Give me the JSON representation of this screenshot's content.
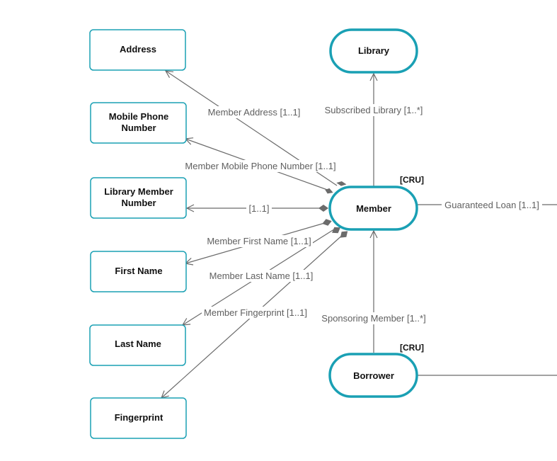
{
  "nodes": {
    "address": "Address",
    "mobile_phone_1": "Mobile Phone",
    "mobile_phone_2": "Number",
    "library_member_1": "Library Member",
    "library_member_2": "Number",
    "first_name": "First Name",
    "last_name": "Last Name",
    "fingerprint": "Fingerprint",
    "library": "Library",
    "member": "Member",
    "borrower": "Borrower"
  },
  "stereotypes": {
    "member": "[CRU]",
    "borrower": "[CRU]"
  },
  "edges": {
    "member_address": "Member Address [1..1]",
    "member_mobile": "Member Mobile Phone Number [1..1]",
    "library_member_number": "[1..1]",
    "member_first_name": "Member First Name [1..1]",
    "member_last_name": "Member Last Name [1..1]",
    "member_fingerprint": "Member Fingerprint [1..1]",
    "subscribed_library": "Subscribed Library [1..*]",
    "guaranteed_loan": "Guaranteed Loan [1..1]",
    "sponsoring_member": "Sponsoring Member [1..*]"
  },
  "colors": {
    "node_border": "#1aa0b4",
    "edge": "#6b6b6b",
    "edge_label": "#5f5f5f"
  }
}
